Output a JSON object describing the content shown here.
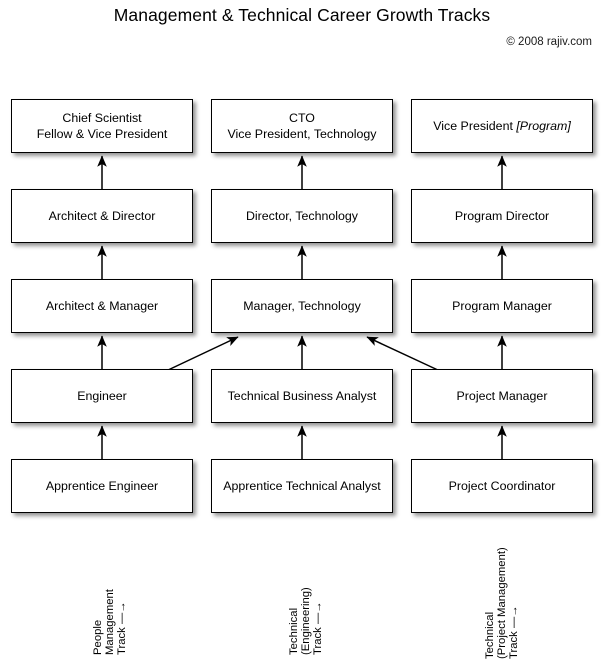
{
  "header": {
    "title": "Management & Technical Career Growth Tracks",
    "copyright": "© 2008 rajiv.com"
  },
  "chart_data": {
    "type": "diagram",
    "title": "Management & Technical Career Growth Tracks",
    "subtitle": "© 2008 rajiv.com",
    "layout": "3 columns x 5 levels, arrows point upward (promotion direction)",
    "columns": [
      {
        "id": "people-management",
        "track_label_lines": [
          "People",
          "Management",
          "Track  —→"
        ]
      },
      {
        "id": "technical-engineering",
        "track_label_lines": [
          "Technical",
          "(Engineering)",
          "Track  —→"
        ]
      },
      {
        "id": "technical-project-management",
        "track_label_lines": [
          "Technical",
          "(Project Management)",
          "Track  —→"
        ]
      }
    ],
    "levels": [
      {
        "level": 5,
        "nodes": [
          "Chief Scientist\nFellow & Vice President",
          "CTO\nVice President, Technology",
          "Vice President [Program]"
        ]
      },
      {
        "level": 4,
        "nodes": [
          "Architect & Director",
          "Director, Technology",
          "Program Director"
        ]
      },
      {
        "level": 3,
        "nodes": [
          "Architect & Manager",
          "Manager, Technology",
          "Program Manager"
        ]
      },
      {
        "level": 2,
        "nodes": [
          "Engineer",
          "Technical Business Analyst",
          "Project Manager"
        ]
      },
      {
        "level": 1,
        "nodes": [
          "Apprentice Engineer",
          "Apprentice Technical Analyst",
          "Project Coordinator"
        ]
      }
    ],
    "edges": [
      {
        "from": "Apprentice Engineer",
        "to": "Engineer",
        "style": "vertical-arrow"
      },
      {
        "from": "Engineer",
        "to": "Architect & Manager",
        "style": "vertical-arrow"
      },
      {
        "from": "Architect & Manager",
        "to": "Architect & Director",
        "style": "vertical-arrow"
      },
      {
        "from": "Architect & Director",
        "to": "Chief Scientist / Fellow & Vice President",
        "style": "vertical-arrow"
      },
      {
        "from": "Apprentice Technical Analyst",
        "to": "Technical Business Analyst",
        "style": "vertical-arrow"
      },
      {
        "from": "Technical Business Analyst",
        "to": "Manager, Technology",
        "style": "vertical-arrow"
      },
      {
        "from": "Manager, Technology",
        "to": "Director, Technology",
        "style": "vertical-arrow"
      },
      {
        "from": "Director, Technology",
        "to": "CTO / Vice President, Technology",
        "style": "vertical-arrow"
      },
      {
        "from": "Project Coordinator",
        "to": "Project Manager",
        "style": "vertical-arrow"
      },
      {
        "from": "Project Manager",
        "to": "Program Manager",
        "style": "vertical-arrow"
      },
      {
        "from": "Program Manager",
        "to": "Program Director",
        "style": "vertical-arrow"
      },
      {
        "from": "Program Director",
        "to": "Vice President [Program]",
        "style": "vertical-arrow"
      },
      {
        "from": "Engineer",
        "to": "Manager, Technology",
        "style": "diagonal-arrow"
      },
      {
        "from": "Project Manager",
        "to": "Manager, Technology",
        "style": "diagonal-arrow"
      }
    ],
    "colors": {
      "box_fill": "#ffffff",
      "box_border": "#000000",
      "text": "#000000",
      "background": "#ffffff",
      "shadow": "rgba(0,0,0,0.42)"
    }
  },
  "boxes": {
    "r5c1": {
      "line1": "Chief Scientist",
      "line2": "Fellow & Vice President"
    },
    "r5c2": {
      "line1": "CTO",
      "line2": "Vice President, Technology"
    },
    "r5c3": {
      "main": "Vice President ",
      "bracket": "[Program]"
    },
    "r4c1": {
      "label": "Architect & Director"
    },
    "r4c2": {
      "label": "Director, Technology"
    },
    "r4c3": {
      "label": "Program Director"
    },
    "r3c1": {
      "label": "Architect & Manager"
    },
    "r3c2": {
      "label": "Manager, Technology"
    },
    "r3c3": {
      "label": "Program Manager"
    },
    "r2c1": {
      "label": "Engineer"
    },
    "r2c2": {
      "label": "Technical Business Analyst"
    },
    "r2c3": {
      "label": "Project Manager"
    },
    "r1c1": {
      "label": "Apprentice Engineer"
    },
    "r1c2": {
      "label": "Apprentice Technical Analyst"
    },
    "r1c3": {
      "label": "Project Coordinator"
    }
  },
  "tracks": {
    "t1": {
      "l1": "People",
      "l2": "Management",
      "l3": "Track  —→"
    },
    "t2": {
      "l1": "Technical",
      "l2": "(Engineering)",
      "l3": "Track  —→"
    },
    "t3": {
      "l1": "Technical",
      "l2": "(Project Management)",
      "l3": "Track  —→"
    }
  }
}
